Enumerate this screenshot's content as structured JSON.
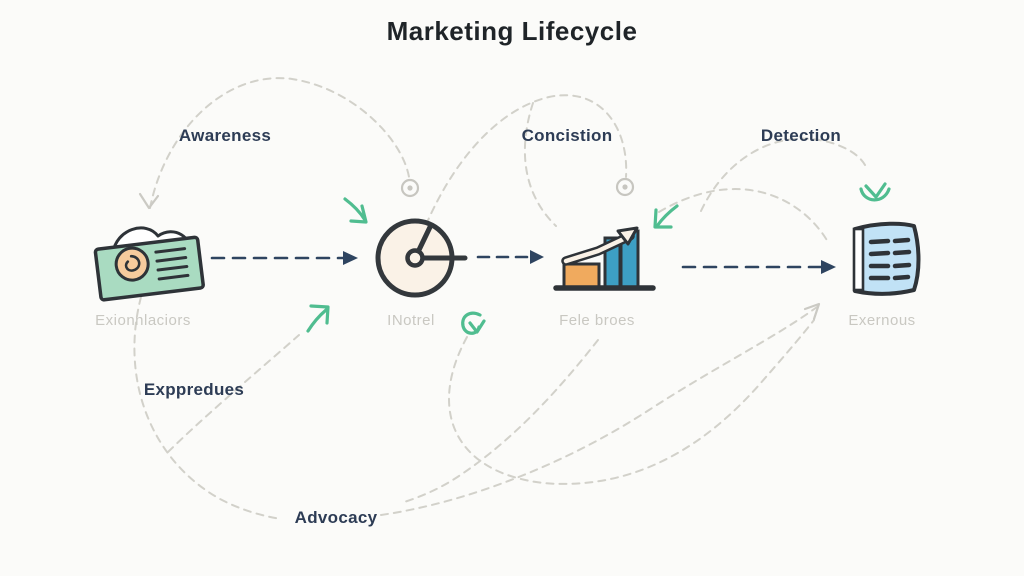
{
  "title": "Marketing Lifecycle",
  "stage_labels": {
    "awareness": "Awareness",
    "concistion": "Concistion",
    "detection": "Detection",
    "exppredues": "Exppredues",
    "advocacy": "Advocacy"
  },
  "nodes": [
    {
      "icon": "mail-card-icon",
      "caption": "Exionnlaciors"
    },
    {
      "icon": "gauge-icon",
      "caption": "INotrel"
    },
    {
      "icon": "bar-chart-icon",
      "caption": "Fele broes"
    },
    {
      "icon": "notebook-icon",
      "caption": "Exernous"
    }
  ],
  "colors": {
    "title": "#1f2428",
    "stage_label": "#2d3c55",
    "caption": "#c9c8c2",
    "dashed_curve": "#d2d1ca",
    "green_arrow": "#50bd90",
    "flow_arrow": "#2e4460",
    "icon_outline": "#2e3338",
    "card_green": "#a9dbc1",
    "stamp_orange": "#f6cb9d",
    "gauge_cream": "#faf2e7",
    "bar_orange": "#f0aa5e",
    "bar_blue": "#3d9fc4",
    "notebook_blue": "#c1e2f6",
    "background": "#fbfbf9"
  }
}
